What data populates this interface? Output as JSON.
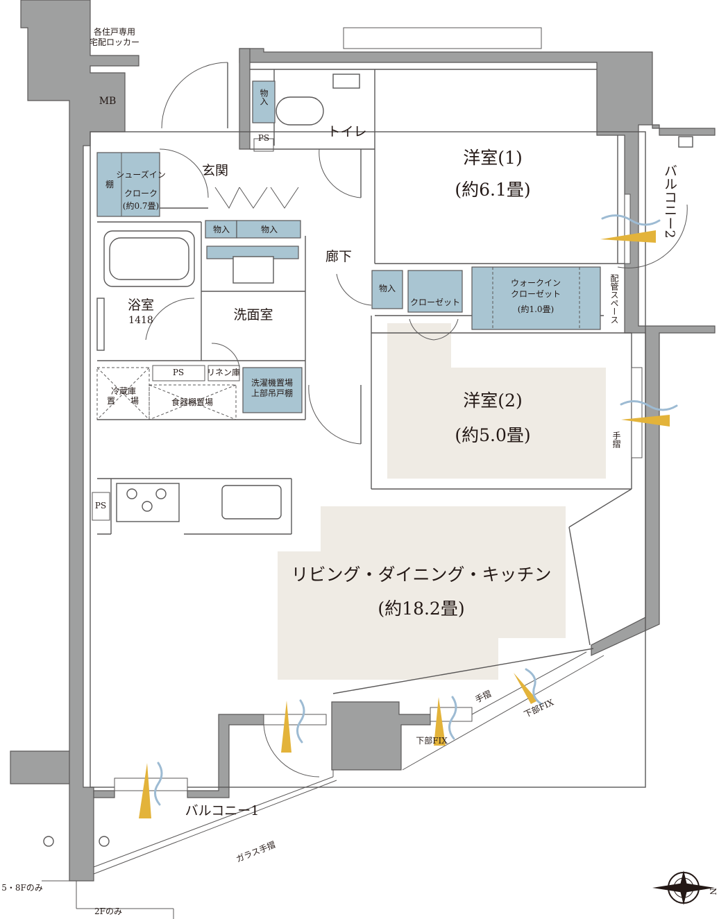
{
  "rooms": {
    "western_1": {
      "name": "洋室(1)",
      "size": "(約6.1畳)"
    },
    "western_2": {
      "name": "洋室(2)",
      "size": "(約5.0畳)"
    },
    "ldk": {
      "name": "リビング・ダイニング・キッチン",
      "size": "(約18.2畳)"
    },
    "entrance": "玄関",
    "corridor": "廊下",
    "toilet": "トイレ",
    "bath": {
      "name": "浴室",
      "size": "1418"
    },
    "washroom": "洗面室",
    "balcony_1": "バルコニー1",
    "balcony_2": "バルコニー2"
  },
  "storage": {
    "locker": [
      "各住戸専用",
      "宅配ロッカー"
    ],
    "mb": "MB",
    "toilet_storage": "物入",
    "ps": "PS",
    "shelf": "棚",
    "shoes_in_cloak": [
      "シューズイン",
      "クローク",
      "(約0.7畳)"
    ],
    "entry_storage_1": "物入",
    "entry_storage_2": "物入",
    "hall_storage": "物入",
    "closet": "クローゼット",
    "walk_in_closet": [
      "ウォークイン",
      "クローゼット",
      "(約1.0畳)"
    ],
    "pipe_space": "配管スペース",
    "fridge": [
      "冷蔵庫",
      "置",
      "場"
    ],
    "dish_shelf": "食器棚置場",
    "linen": "リネン庫",
    "washer": [
      "洗濯機置場",
      "上部吊戸棚"
    ],
    "kitchen_ps": "PS",
    "wash_ps": "PS"
  },
  "annotations": {
    "handrail_east": "手摺",
    "handrail_south": "手摺",
    "fix_lower_1": "下部FIX",
    "fix_lower_2": "下部FIX",
    "glass_handrail": "ガラス手摺",
    "floor_note_1": "5・8Fのみ",
    "floor_note_2": "2Fのみ",
    "compass_n": "N"
  },
  "colors": {
    "wall": "#9fa0a0",
    "storage": "#a9c5d2",
    "floor_highlight": "#efebe4",
    "sunlight": "#e3b33a",
    "wind": "#9dbbd3"
  }
}
